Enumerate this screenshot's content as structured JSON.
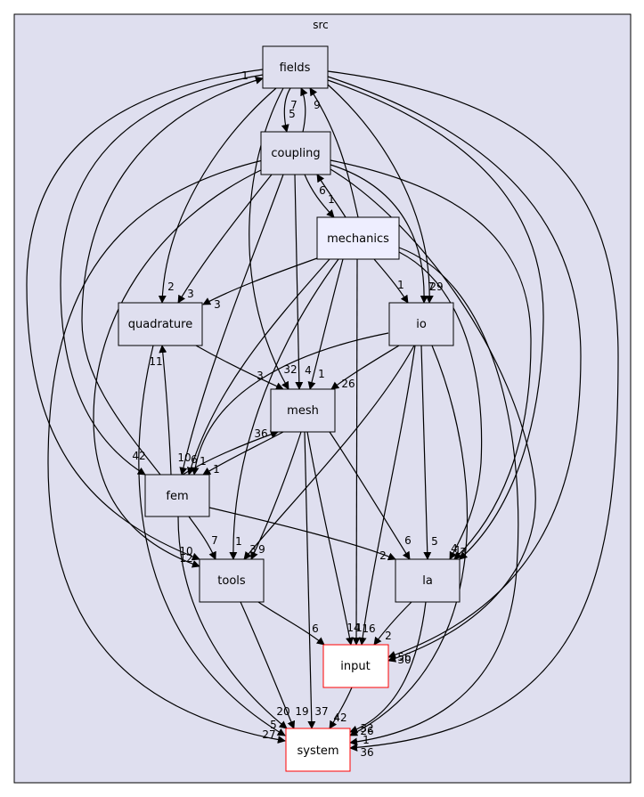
{
  "cluster": {
    "label": "src"
  },
  "colors": {
    "cluster_fill": "#dfdfef",
    "node_fill": "#dfdfef",
    "node_fill_highlight": "#eeeeff",
    "node_stroke": "#000000",
    "node_stroke_red": "#ff0000",
    "edge": "#000000"
  },
  "nodes": [
    {
      "id": "fields",
      "label": "fields"
    },
    {
      "id": "coupling",
      "label": "coupling"
    },
    {
      "id": "mechanics",
      "label": "mechanics",
      "highlight": true
    },
    {
      "id": "quadrature",
      "label": "quadrature"
    },
    {
      "id": "io",
      "label": "io"
    },
    {
      "id": "mesh",
      "label": "mesh"
    },
    {
      "id": "fem",
      "label": "fem"
    },
    {
      "id": "tools",
      "label": "tools"
    },
    {
      "id": "la",
      "label": "la"
    },
    {
      "id": "input",
      "label": "input",
      "red": true
    },
    {
      "id": "system",
      "label": "system",
      "red": true
    }
  ],
  "edges": [
    {
      "from": "fields",
      "to": "coupling",
      "label": "5"
    },
    {
      "from": "coupling",
      "to": "fields",
      "label": "7"
    },
    {
      "from": "mechanics",
      "to": "fields",
      "label": "9"
    },
    {
      "from": "fem",
      "to": "fields",
      "label": "1"
    },
    {
      "from": "coupling",
      "to": "mechanics",
      "label": "1"
    },
    {
      "from": "mechanics",
      "to": "coupling",
      "label": "6"
    },
    {
      "from": "fields",
      "to": "quadrature",
      "label": "2"
    },
    {
      "from": "coupling",
      "to": "quadrature",
      "label": "3"
    },
    {
      "from": "mechanics",
      "to": "quadrature",
      "label": "3"
    },
    {
      "from": "mechanics",
      "to": "io",
      "label": "1"
    },
    {
      "from": "coupling",
      "to": "io",
      "label": "7"
    },
    {
      "from": "fields",
      "to": "io",
      "label": "29"
    },
    {
      "from": "quadrature",
      "to": "mesh",
      "label": "3"
    },
    {
      "from": "fields",
      "to": "mesh",
      "label": "32"
    },
    {
      "from": "coupling",
      "to": "mesh",
      "label": "4"
    },
    {
      "from": "mechanics",
      "to": "mesh",
      "label": "1"
    },
    {
      "from": "io",
      "to": "mesh",
      "label": "26"
    },
    {
      "from": "fem",
      "to": "mesh",
      "label": "36"
    },
    {
      "from": "mesh",
      "to": "fem",
      "label": "1"
    },
    {
      "from": "fem",
      "to": "quadrature",
      "label": "11"
    },
    {
      "from": "fields",
      "to": "fem",
      "label": "42"
    },
    {
      "from": "coupling",
      "to": "fem",
      "label": "10"
    },
    {
      "from": "mechanics",
      "to": "fem",
      "label": "6"
    },
    {
      "from": "io",
      "to": "fem",
      "label": "1"
    },
    {
      "from": "fem",
      "to": "tools",
      "label": "7"
    },
    {
      "from": "mesh",
      "to": "tools",
      "label": "9"
    },
    {
      "from": "mechanics",
      "to": "tools",
      "label": "1"
    },
    {
      "from": "io",
      "to": "tools",
      "label": "3"
    },
    {
      "from": "fields",
      "to": "tools",
      "label": "10"
    },
    {
      "from": "coupling",
      "to": "tools",
      "label": "12"
    },
    {
      "from": "fem",
      "to": "la",
      "label": "2"
    },
    {
      "from": "mesh",
      "to": "la",
      "label": "6"
    },
    {
      "from": "io",
      "to": "la",
      "label": "5"
    },
    {
      "from": "mechanics",
      "to": "la",
      "label": "4"
    },
    {
      "from": "coupling",
      "to": "la",
      "label": "1"
    },
    {
      "from": "fields",
      "to": "la",
      "label": "3"
    },
    {
      "from": "tools",
      "to": "input",
      "label": "6"
    },
    {
      "from": "mesh",
      "to": "input",
      "label": "14"
    },
    {
      "from": "mechanics",
      "to": "input",
      "label": "1"
    },
    {
      "from": "io",
      "to": "input",
      "label": "16"
    },
    {
      "from": "la",
      "to": "input",
      "label": "2"
    },
    {
      "from": "fields",
      "to": "input",
      "label": "56"
    },
    {
      "from": "coupling",
      "to": "input",
      "label": "30"
    },
    {
      "from": "input",
      "to": "system",
      "label": "42"
    },
    {
      "from": "tools",
      "to": "system",
      "label": "19"
    },
    {
      "from": "mesh",
      "to": "system",
      "label": "37"
    },
    {
      "from": "fem",
      "to": "system",
      "label": "20"
    },
    {
      "from": "quadrature",
      "to": "system",
      "label": "5"
    },
    {
      "from": "coupling",
      "to": "system",
      "label": "27"
    },
    {
      "from": "la",
      "to": "system",
      "label": "32"
    },
    {
      "from": "io",
      "to": "system",
      "label": "26"
    },
    {
      "from": "mechanics",
      "to": "system",
      "label": "1"
    },
    {
      "from": "fields",
      "to": "system",
      "label": "36"
    }
  ]
}
